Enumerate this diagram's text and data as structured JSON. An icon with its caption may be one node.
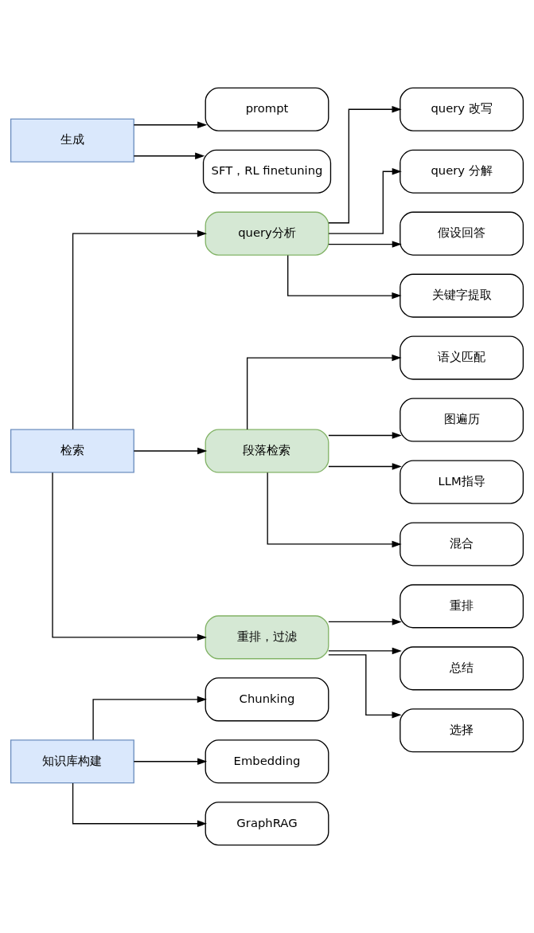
{
  "diagram": {
    "nodes": [
      {
        "text": [
          "知识库构建"
        ]
      },
      {
        "text": [
          "Chunking"
        ]
      },
      {
        "text": [
          "Embedding"
        ]
      },
      {
        "text": [
          "GraphRAG"
        ]
      },
      {
        "text": [
          "检索"
        ]
      },
      {
        "text": [
          "query分析"
        ]
      },
      {
        "text": [
          "query 改写"
        ]
      },
      {
        "text": [
          "query 分解"
        ]
      },
      {
        "text": [
          "假设回答"
        ]
      },
      {
        "text": [
          "关键字提取"
        ]
      },
      {
        "text": [
          "段落检索"
        ]
      },
      {
        "text": [
          "语义匹配"
        ]
      },
      {
        "text": [
          "图遍历"
        ]
      },
      {
        "text": [
          "LLM指导"
        ]
      },
      {
        "text": [
          "混合"
        ]
      },
      {
        "text": [
          "重排，过滤"
        ]
      },
      {
        "text": [
          "重排"
        ]
      },
      {
        "text": [
          "总结"
        ]
      },
      {
        "text": [
          "选择"
        ]
      },
      {
        "text": [
          "生成"
        ]
      },
      {
        "text": [
          "prompt"
        ]
      },
      {
        "text": [
          "SFT，RL finetuning"
        ]
      }
    ],
    "edges": [
      {
        "from": 0,
        "to": 1,
        "arrow": "to"
      },
      {
        "from": 0,
        "to": 2,
        "arrow": "to"
      },
      {
        "from": 0,
        "to": 3,
        "arrow": "to"
      },
      {
        "from": 4,
        "to": 5,
        "arrow": "to"
      },
      {
        "from": 4,
        "to": 10,
        "arrow": "to"
      },
      {
        "from": 4,
        "to": 15,
        "arrow": "to"
      },
      {
        "from": 5,
        "to": 6,
        "arrow": "to"
      },
      {
        "from": 5,
        "to": 7,
        "arrow": "to"
      },
      {
        "from": 5,
        "to": 8,
        "arrow": "to"
      },
      {
        "from": 5,
        "to": 9,
        "arrow": "to"
      },
      {
        "from": 10,
        "to": 11,
        "arrow": "to"
      },
      {
        "from": 10,
        "to": 12,
        "arrow": "to"
      },
      {
        "from": 10,
        "to": 13,
        "arrow": "to"
      },
      {
        "from": 10,
        "to": 14,
        "arrow": "to"
      },
      {
        "from": 15,
        "to": 16,
        "arrow": "to"
      },
      {
        "from": 15,
        "to": 17,
        "arrow": "to"
      },
      {
        "from": 15,
        "to": 18,
        "arrow": "to"
      },
      {
        "from": 19,
        "to": 20,
        "arrow": "to"
      },
      {
        "from": 19,
        "to": 21,
        "arrow": "to"
      }
    ]
  }
}
